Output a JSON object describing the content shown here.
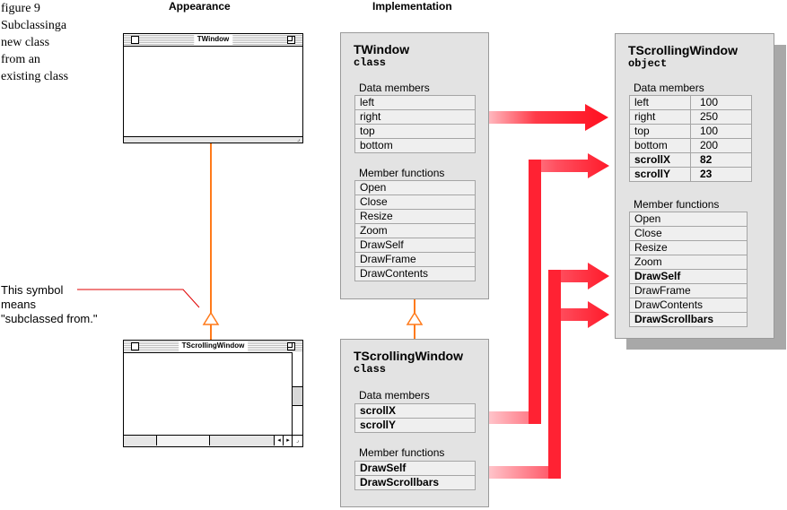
{
  "caption": {
    "lines": [
      "figure 9",
      "Subclassinga",
      "new class",
      "from an",
      "existing class"
    ]
  },
  "headings": {
    "appearance": "Appearance",
    "implementation": "Implementation"
  },
  "note": {
    "lines": [
      "This symbol",
      "means",
      "\"subclassed from.\""
    ]
  },
  "windows": {
    "top_title": "TWindow",
    "bottom_title": "TScrollingWindow",
    "grow_glyph": "⌟",
    "arrow_left": "◂",
    "arrow_right": "▸"
  },
  "twindow": {
    "name": "TWindow",
    "kind": "class",
    "data_label": "Data members",
    "data_members": [
      "left",
      "right",
      "top",
      "bottom"
    ],
    "func_label": "Member functions",
    "member_functions": [
      "Open",
      "Close",
      "Resize",
      "Zoom",
      "DrawSelf",
      "DrawFrame",
      "DrawContents"
    ]
  },
  "tscrolling_class": {
    "name": "TScrollingWindow",
    "kind": "class",
    "data_label": "Data members",
    "data_members": [
      "scrollX",
      "scrollY"
    ],
    "func_label": "Member functions",
    "member_functions": [
      "DrawSelf",
      "DrawScrollbars"
    ]
  },
  "tscrolling_object": {
    "name": "TScrollingWindow",
    "kind": "object",
    "data_label": "Data members",
    "data_members": [
      {
        "name": "left",
        "value": "100"
      },
      {
        "name": "right",
        "value": "250"
      },
      {
        "name": "top",
        "value": "100"
      },
      {
        "name": "bottom",
        "value": "200"
      },
      {
        "name": "scrollX",
        "value": "82"
      },
      {
        "name": "scrollY",
        "value": "23"
      }
    ],
    "func_label": "Member functions",
    "member_functions": [
      "Open",
      "Close",
      "Resize",
      "Zoom",
      "DrawSelf",
      "DrawFrame",
      "DrawContents",
      "DrawScrollbars"
    ]
  },
  "colors": {
    "arrow_red": "#ff1a2a",
    "arrow_pale": "#ffd6da",
    "inherit_orange": "#ff7a1a",
    "note_line": "#e00000",
    "box_fill": "#e3e3e3",
    "object_shadow": "#a8a8a8"
  }
}
